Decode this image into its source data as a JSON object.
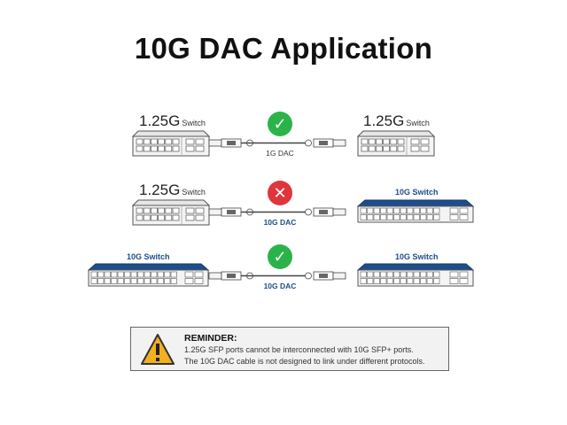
{
  "title": "10G DAC Application",
  "rows": [
    {
      "left_switch": {
        "speed": "1.25G",
        "word": "Switch",
        "style": "plain"
      },
      "right_switch": {
        "speed": "1.25G",
        "word": "Switch",
        "style": "plain"
      },
      "status": "compatible",
      "status_icon": "check-icon",
      "cable_label": "1G DAC"
    },
    {
      "left_switch": {
        "speed": "1.25G",
        "word": "Switch",
        "style": "plain"
      },
      "right_switch": {
        "label": "10G Switch",
        "style": "blue"
      },
      "status": "incompatible",
      "status_icon": "cross-icon",
      "cable_label": "10G DAC"
    },
    {
      "left_switch": {
        "label": "10G Switch",
        "style": "blue"
      },
      "right_switch": {
        "label": "10G Switch",
        "style": "blue"
      },
      "status": "compatible",
      "status_icon": "check-icon",
      "cable_label": "10G DAC"
    }
  ],
  "reminder": {
    "heading": "REMINDER:",
    "line1": "1.25G SFP ports cannot be interconnected with 10G SFP+ ports.",
    "line2": "The 10G DAC cable is not designed to link under different protocols.",
    "icon": "warning-icon"
  },
  "colors": {
    "ok": "#2bb34a",
    "error": "#e0353c",
    "blue_switch": "#1e4d8c",
    "warning": "#f2b01e"
  }
}
